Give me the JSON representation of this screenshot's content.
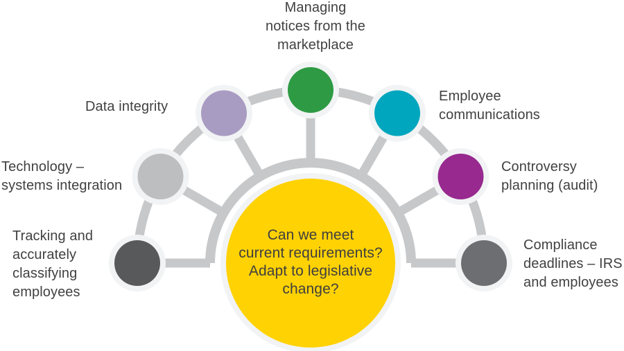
{
  "center": {
    "text": "Can we meet\ncurrent requirements?\nAdapt to legislative\nchange?",
    "color": "#FFD204"
  },
  "nodes": [
    {
      "id": "tracking-classifying-employees",
      "label": "Tracking and\naccurately\nclassifying\nemployees",
      "color": "#58595B"
    },
    {
      "id": "technology-systems-integration",
      "label": "Technology –\nsystems integration",
      "color": "#BCBEC0"
    },
    {
      "id": "data-integrity",
      "label": "Data integrity",
      "color": "#A99CC2"
    },
    {
      "id": "managing-notices-marketplace",
      "label": "Managing\nnotices from the\nmarketplace",
      "color": "#2E9B44"
    },
    {
      "id": "employee-communications",
      "label": "Employee\ncommunications",
      "color": "#00A6BE"
    },
    {
      "id": "controversy-planning-audit",
      "label": "Controversy\nplanning (audit)",
      "color": "#97298F"
    },
    {
      "id": "compliance-deadlines-irs",
      "label": "Compliance\ndeadlines – IRS\nand employees",
      "color": "#6D6E71"
    }
  ],
  "colors": {
    "connector": "#C7C8CA",
    "halo": "#F2F3F4",
    "text": "#414042",
    "background": "#FFFFFF"
  }
}
